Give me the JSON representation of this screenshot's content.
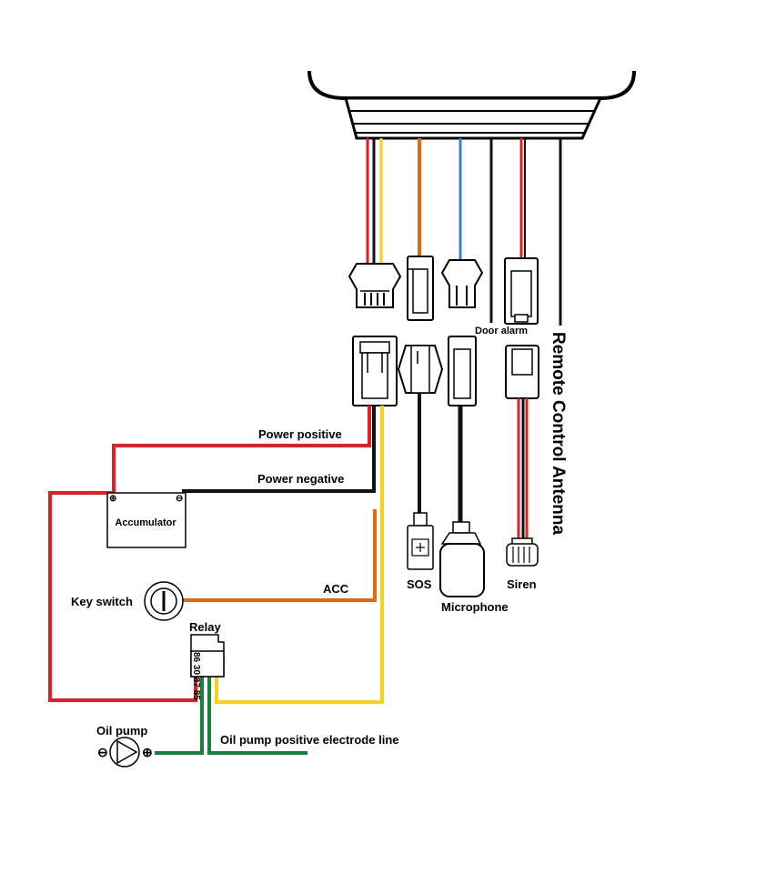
{
  "labels": {
    "power_positive": "Power positive",
    "power_negative": "Power negative",
    "accumulator": "Accumulator",
    "accumulator_plus": "⊕",
    "accumulator_minus": "⊖",
    "acc": "ACC",
    "key_switch": "Key switch",
    "relay": "Relay",
    "relay_pins": "86 30 87 85",
    "oil_pump": "Oil pump",
    "oil_pump_minus": "⊖",
    "oil_pump_plus": "⊕",
    "oil_pump_line": "Oil pump positive electrode line",
    "door_alarm": "Door alarm",
    "remote_control_antenna": "Remote Control Antenna",
    "sos": "SOS",
    "microphone": "Microphone",
    "siren": "Siren"
  },
  "wire_colors": {
    "red": "#e31e24",
    "black": "#111111",
    "yellow": "#f7d117",
    "orange": "#e06a12",
    "blue": "#3a7fd5",
    "green": "#17813a"
  }
}
